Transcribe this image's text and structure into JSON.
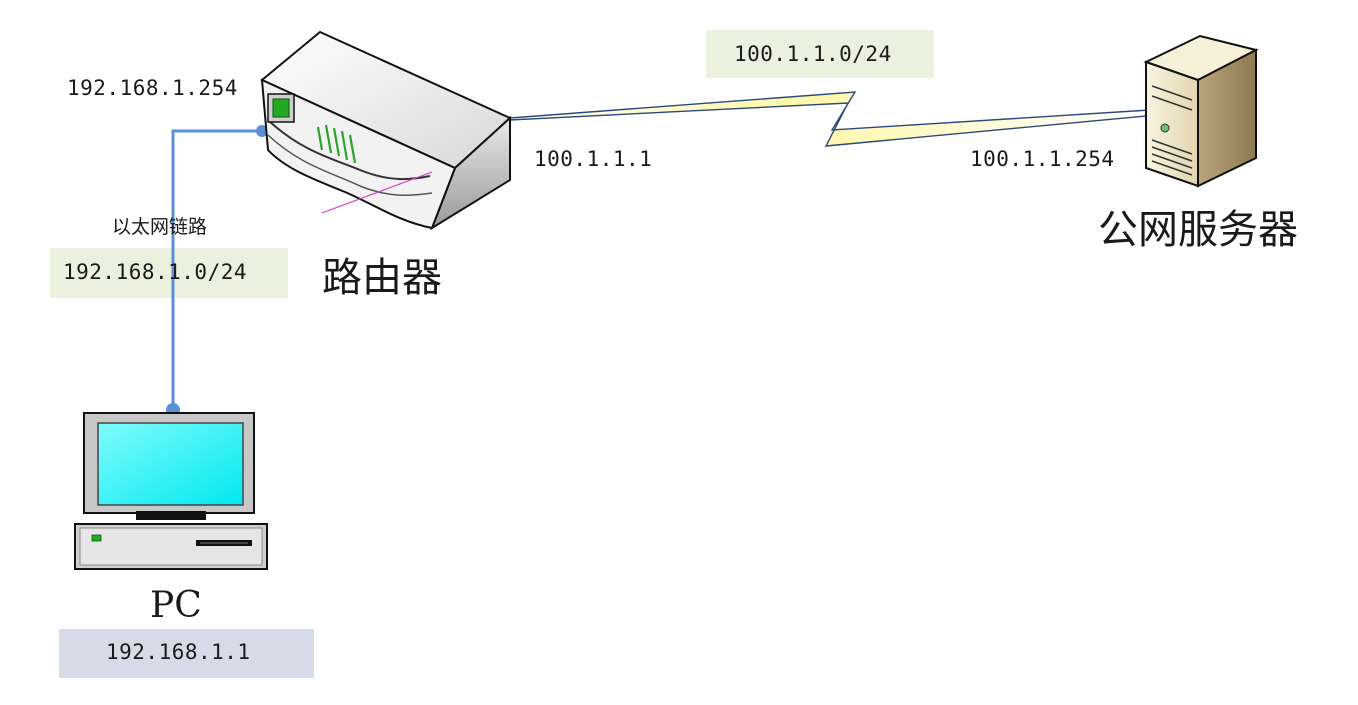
{
  "router": {
    "name": "路由器",
    "lan_ip": "192.168.1.254",
    "wan_ip": "100.1.1.1"
  },
  "server": {
    "name": "公网服务器",
    "ip": "100.1.1.254"
  },
  "pc": {
    "name": "PC",
    "ip": "192.168.1.1"
  },
  "links": {
    "lan": {
      "label": "以太网链路",
      "subnet": "192.168.1.0/24"
    },
    "wan": {
      "subnet": "100.1.1.0/24"
    }
  },
  "colors": {
    "lan_link": "#5b8fd6",
    "subnet_box": "#ebf1de",
    "pc_ip_box": "#d5dce8",
    "screen": "#00f0f0",
    "led": "#22aa22"
  }
}
